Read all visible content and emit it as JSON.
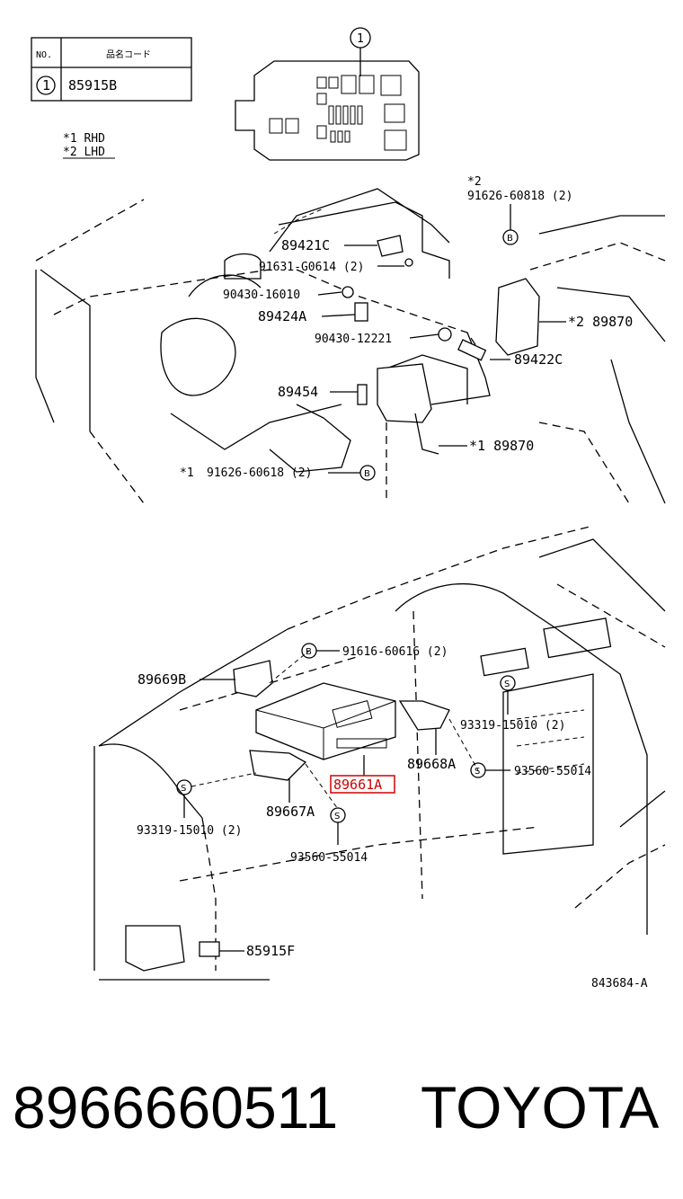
{
  "table": {
    "header_no": "NO.",
    "header_code": "品名コード",
    "row_no": "1",
    "row_code": "85915B"
  },
  "notes": {
    "rhd": "*1 RHD",
    "lhd": "*2 LHD"
  },
  "callout_1": "1",
  "labels": {
    "p1": "*2",
    "p2": "91626-60818 (2)",
    "p3": "89421C",
    "p4": "91631-G0614 (2)",
    "p5": "90430-16010",
    "p6": "89424A",
    "p7": "90430-12221",
    "p8": "*2 89870",
    "p9": "89422C",
    "p10": "89454",
    "p11": "*1 89870",
    "p12": "*1",
    "p13": "91626-60618 (2)",
    "p14": "91616-60616 (2)",
    "p15": "89669B",
    "p16": "93319-15010 (2)",
    "p17": "89668A",
    "p18": "93560-55014",
    "p19": "89661A",
    "p20": "89667A",
    "p21": "93319-15010 (2)",
    "p22": "93560-55014",
    "p23": "85915F",
    "p24": "843684-A"
  },
  "marker_b": "B",
  "marker_s": "S",
  "footer": {
    "part_number": "8966660511",
    "brand": "TOYOTA"
  },
  "highlight_color": "#d00000"
}
